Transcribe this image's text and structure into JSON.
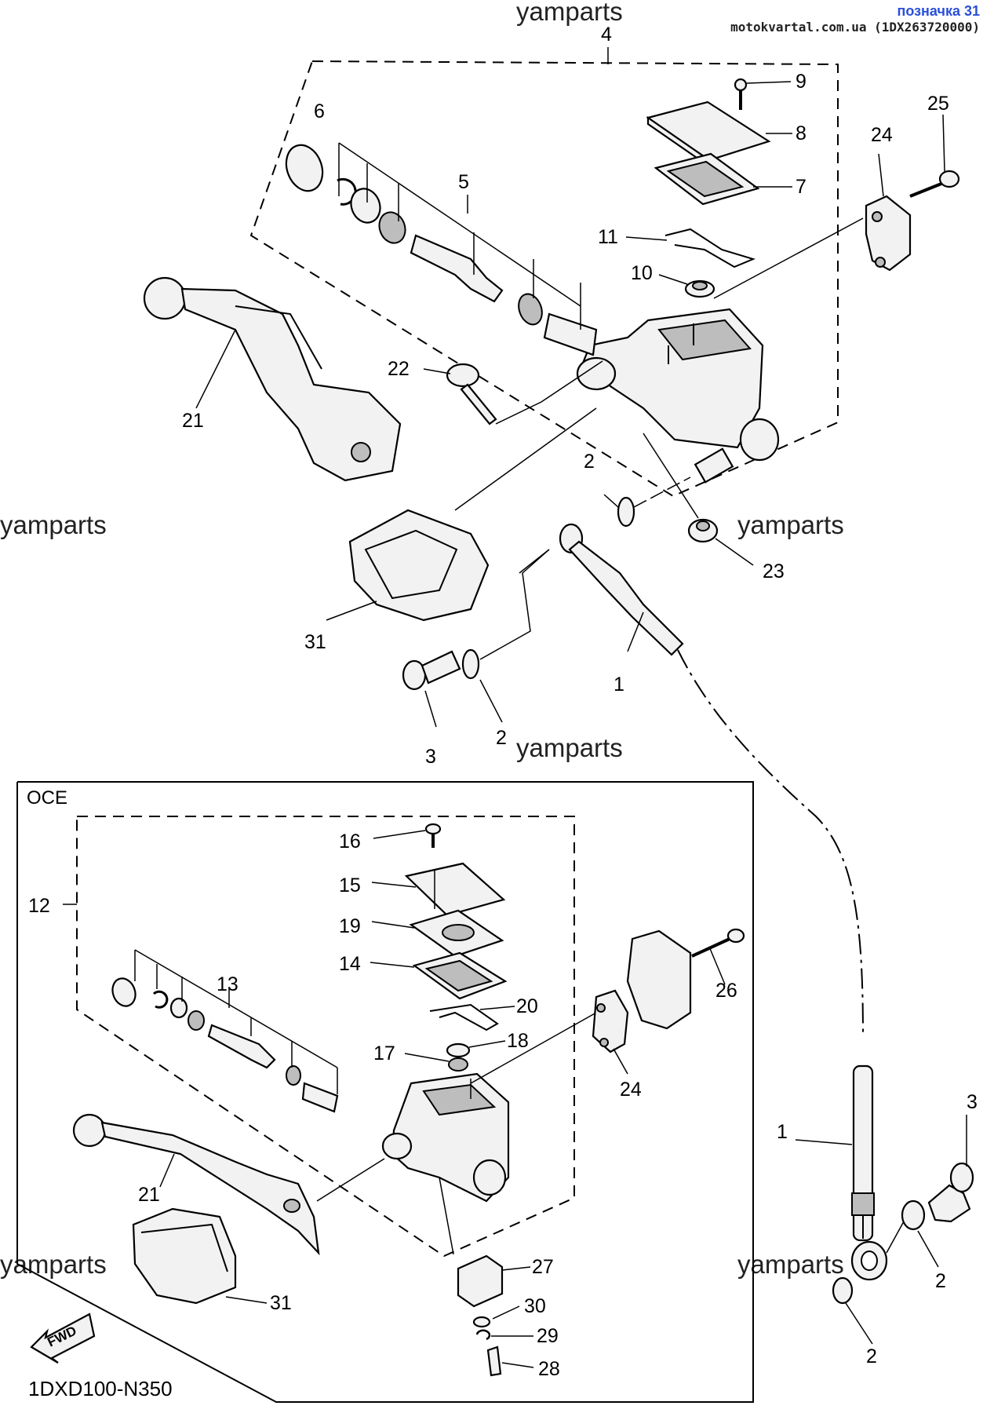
{
  "header": {
    "tag": "позначка 31",
    "source": "motokvartal.com.ua (1DX263720000)"
  },
  "watermarks": [
    "yamparts",
    "yamparts",
    "yamparts",
    "yamparts",
    "yamparts",
    "yamparts"
  ],
  "diagram_code": "1DXD100-N350",
  "section_label": "OCE",
  "fwd_label": "FWD",
  "callouts": {
    "c1a": "1",
    "c1b": "1",
    "c2a": "2",
    "c2b": "2",
    "c2c": "2",
    "c2d": "2",
    "c3a": "3",
    "c3b": "3",
    "c4": "4",
    "c5": "5",
    "c6": "6",
    "c7": "7",
    "c8": "8",
    "c9": "9",
    "c10": "10",
    "c11": "11",
    "c12": "12",
    "c13": "13",
    "c14": "14",
    "c15": "15",
    "c16": "16",
    "c17": "17",
    "c18": "18",
    "c19": "19",
    "c20": "20",
    "c21a": "21",
    "c21b": "21",
    "c22": "22",
    "c23": "23",
    "c24a": "24",
    "c24b": "24",
    "c25": "25",
    "c26": "26",
    "c27": "27",
    "c28": "28",
    "c29": "29",
    "c30": "30",
    "c31a": "31",
    "c31b": "31"
  }
}
